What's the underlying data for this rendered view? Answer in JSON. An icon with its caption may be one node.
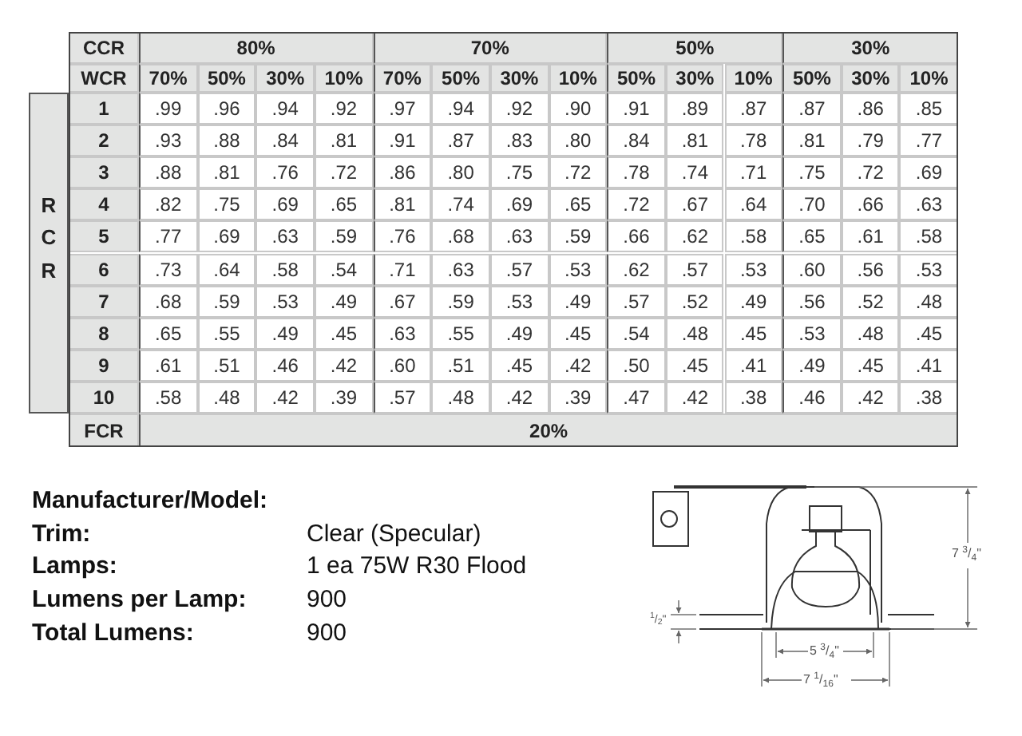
{
  "diagram": {
    "labels": [
      "CCR",
      "80%",
      "70%",
      "50%",
      "30%",
      "WCR",
      "70%",
      "50%",
      "30%",
      "10%",
      "70%",
      "50%",
      "30%",
      "10%",
      "50%",
      "30%",
      "10%",
      "50%",
      "30%",
      "10%",
      "R",
      "C",
      "R",
      "1",
      ".99",
      ".96",
      ".94",
      ".92",
      ".97",
      ".94",
      ".92",
      ".90",
      ".91",
      ".89",
      ".87",
      ".87",
      ".86",
      ".85",
      "2",
      ".93",
      ".88",
      ".84",
      ".81",
      ".91",
      ".87",
      ".83",
      ".80",
      ".84",
      ".81",
      ".78",
      ".81",
      ".79",
      ".77",
      "3",
      ".88",
      ".81",
      ".76",
      ".72",
      ".86",
      ".80",
      ".75",
      ".72",
      ".78",
      ".74",
      ".71",
      ".75",
      ".72",
      ".69",
      "4",
      ".82",
      ".75",
      ".69",
      ".65",
      ".81",
      ".74",
      ".69",
      ".65",
      ".72",
      ".67",
      ".64",
      ".70",
      ".66",
      ".63",
      "5",
      ".77",
      ".69",
      ".63",
      ".59",
      ".76",
      ".68",
      ".63",
      ".59",
      ".66",
      ".62",
      ".58",
      ".65",
      ".61",
      ".58",
      "6",
      ".73",
      ".64",
      ".58",
      ".54",
      ".71",
      ".63",
      ".57",
      ".53",
      ".62",
      ".57",
      ".53",
      ".60",
      ".56",
      ".53",
      "7",
      ".68",
      ".59",
      ".53",
      ".49",
      ".67",
      ".59",
      ".53",
      ".49",
      ".57",
      ".52",
      ".49",
      ".56",
      ".52",
      ".48",
      "8",
      ".65",
      ".55",
      ".49",
      ".45",
      ".63",
      ".55",
      ".49",
      ".45",
      ".54",
      ".48",
      ".45",
      ".53",
      ".48",
      ".45",
      "9",
      ".61",
      ".51",
      ".46",
      ".42",
      ".60",
      ".51",
      ".45",
      ".42",
      ".50",
      ".45",
      ".41",
      ".49",
      ".45",
      ".41",
      "10",
      ".58",
      ".48",
      ".42",
      ".39",
      ".57",
      ".48",
      ".42",
      ".39",
      ".47",
      ".42",
      ".38",
      ".46",
      ".42",
      ".38",
      "FCR",
      "20%",
      "Manufacturer/Model:",
      "Trim:",
      "Clear (Specular)",
      "Lamps:",
      "1 ea 75W R30 Flood",
      "Lumens per Lamp:",
      "900",
      "Total Lumens:",
      "900",
      "7 $^{3}$/$_{4}$\"",
      "$^{1}$/$_{2}$\"",
      "5 $^{3}$/$_{4}$\"",
      "7 $^{1}$/$_{16}$\""
    ]
  }
}
